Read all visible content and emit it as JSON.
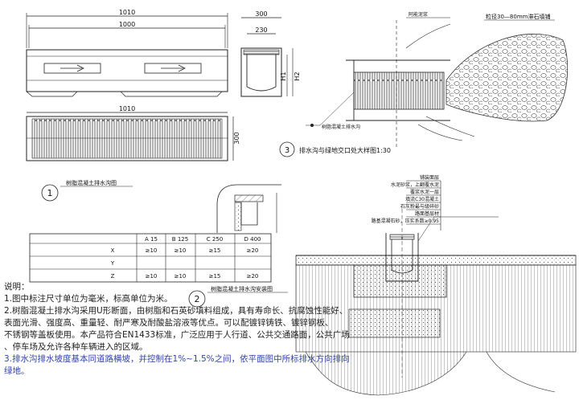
{
  "dims": {
    "top_length": "1010",
    "inner_length": "1000",
    "width_outer": "300",
    "width_inner": "230",
    "h1": "H1",
    "h2": "H2",
    "grate_length": "1010",
    "grate_width": "300"
  },
  "detail3": {
    "label_a": "阿能泥浆",
    "label_b": "粒径30—80mm滞石填铺",
    "label_c": "树脂混凝土排水沟",
    "circle": "3",
    "title": "排水沟与绿地交口处大样图1:30"
  },
  "detail1": {
    "circle": "1",
    "title": "树脂混凝土排水沟图"
  },
  "detail2": {
    "circle": "2",
    "title": "树脂混凝土排水沟安装图"
  },
  "load_table": {
    "headers": [
      "",
      "A 15",
      "B 125",
      "C 250",
      "D 400"
    ],
    "rows": [
      {
        "label": "X",
        "values": [
          "≥10",
          "≥10",
          "≥15",
          "≥20"
        ]
      },
      {
        "label": "Y",
        "values": [
          "",
          "",
          "",
          ""
        ]
      },
      {
        "label": "Z",
        "values": [
          "≥10",
          "≥10",
          "≥15",
          "≥20"
        ]
      }
    ]
  },
  "section_labels": [
    "铺装面层",
    "水泥砂浆，上翻覆水泥",
    "覆浆水泥一层",
    "填流C30混凝土",
    "石灰粉最与级碎砂",
    "路面基层材",
    "路基混凝石砂，压实系数≥0.95"
  ],
  "notes": {
    "heading": "说明：",
    "lines": [
      "1.图中标注尺寸单位为毫米，标高单位为米。",
      "2.树脂混凝土排水沟采用U形断面，由树脂和石英砂填料组成，具有寿命长、抗腐蚀性能好、",
      "表面光滑、强度高、重量轻、耐严寒及耐酸盐溶液等优点。可以配镀锌铸铁、镀锌钢板、",
      "不锈钢等盖板使用。本产品符合EN1433标准，广泛应用于人行道、公共交通路面，公共广场",
      "、停车场及允许各种车辆进入的区域。"
    ],
    "blue_lines": [
      "3.排水沟排水坡度基本同道路横坡，并控制在1%~1.5%之间，依平面图中所标排水方向排向",
      "绿地。"
    ]
  }
}
